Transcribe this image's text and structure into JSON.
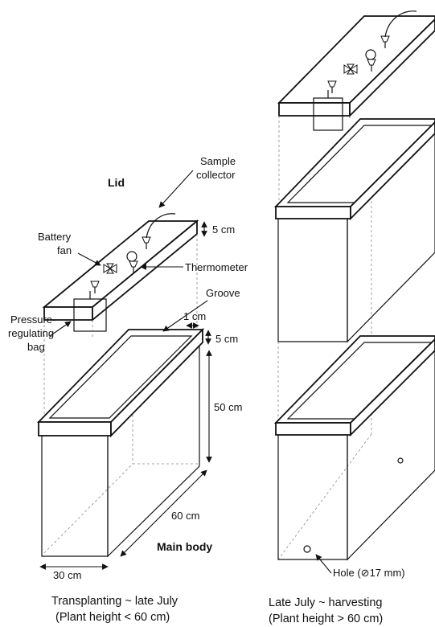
{
  "labels": {
    "lid": "Lid",
    "sample_collector_1": "Sample",
    "sample_collector_2": "collector",
    "battery_fan_1": "Battery",
    "battery_fan_2": "fan",
    "thermometer": "Thermometer",
    "groove": "Groove",
    "pressure_bag_1": "Pressure-",
    "pressure_bag_2": "regulating",
    "pressure_bag_3": "bag",
    "main_body": "Main body",
    "hole": "Hole (⊘17 mm)"
  },
  "dimensions": {
    "lid_height": "5 cm",
    "groove_width": "1 cm",
    "rim_height": "5 cm",
    "body_height": "50 cm",
    "length": "60 cm",
    "width": "30 cm"
  },
  "captions": {
    "left_line1": "Transplanting ~ late July",
    "left_line2": "(Plant height < 60 cm)",
    "right_line1": "Late July ~ harvesting",
    "right_line2": "(Plant height > 60 cm)"
  }
}
